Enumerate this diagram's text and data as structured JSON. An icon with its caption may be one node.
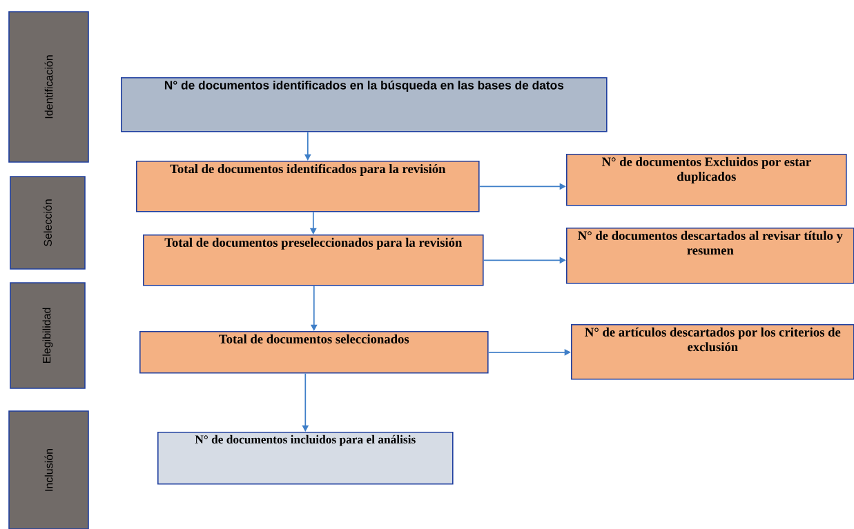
{
  "diagram": {
    "nodes": [
      {
        "text": [
          "Identificación"
        ]
      },
      {
        "text": [
          "Selección"
        ]
      },
      {
        "text": [
          "Elegibilidad"
        ]
      },
      {
        "text": [
          "Inclusión"
        ]
      },
      {
        "text": [
          "N° de documentos identificados en la búsqueda en las bases de datos"
        ]
      },
      {
        "text": [
          "Total de documentos identificados para la revisión"
        ]
      },
      {
        "text": [
          "N° de documentos Excluidos por estar duplicados"
        ]
      },
      {
        "text": [
          "Total de documentos preseleccionados para la revisión"
        ]
      },
      {
        "text": [
          "N° de documentos descartados al revisar título y resumen"
        ]
      },
      {
        "text": [
          "Total de documentos seleccionados"
        ]
      },
      {
        "text": [
          "N° de artículos descartados por los criterios de exclusión"
        ]
      },
      {
        "text": [
          "N° de documentos incluidos para el análisis"
        ]
      }
    ],
    "edges": [
      {
        "from": 4,
        "to": 5,
        "arrow": "to"
      },
      {
        "from": 5,
        "to": 6,
        "arrow": "to"
      },
      {
        "from": 5,
        "to": 7,
        "arrow": "to"
      },
      {
        "from": 7,
        "to": 8,
        "arrow": "to"
      },
      {
        "from": 7,
        "to": 9,
        "arrow": "to"
      },
      {
        "from": 9,
        "to": 10,
        "arrow": "to"
      },
      {
        "from": 9,
        "to": 11,
        "arrow": "to"
      }
    ]
  }
}
